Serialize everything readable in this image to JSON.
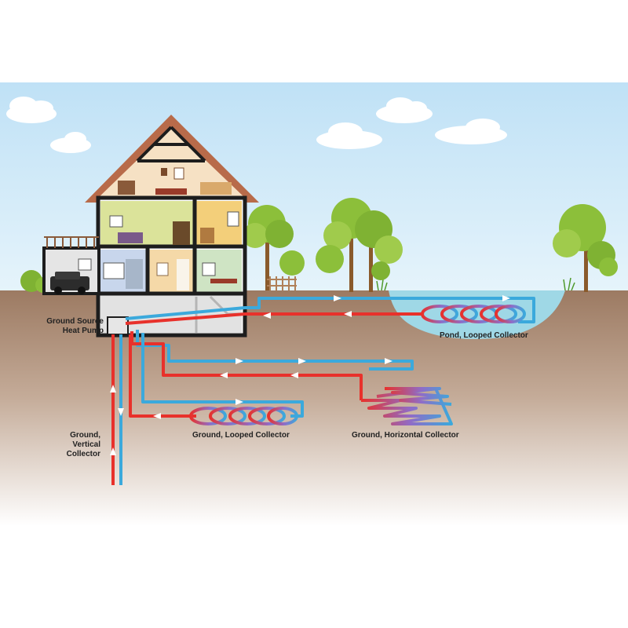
{
  "labels": {
    "heat_pump": [
      "Ground Source",
      "Heat Pump"
    ],
    "pond": "Pond, Looped Collector",
    "ground_looped": "Ground, Looped Collector",
    "horizontal": "Ground, Horizontal Collector",
    "vertical": [
      "Ground,",
      "Vertical",
      "Collector"
    ]
  },
  "colors": {
    "hot_pipe": "#e8312b",
    "cold_pipe": "#3ba9dc",
    "sky": "#cfe7f6",
    "soil": "#a8836a",
    "pond": "#9fd8e6",
    "tree_leaf": "#8cbf3a",
    "house_outline": "#1d1d1d"
  }
}
